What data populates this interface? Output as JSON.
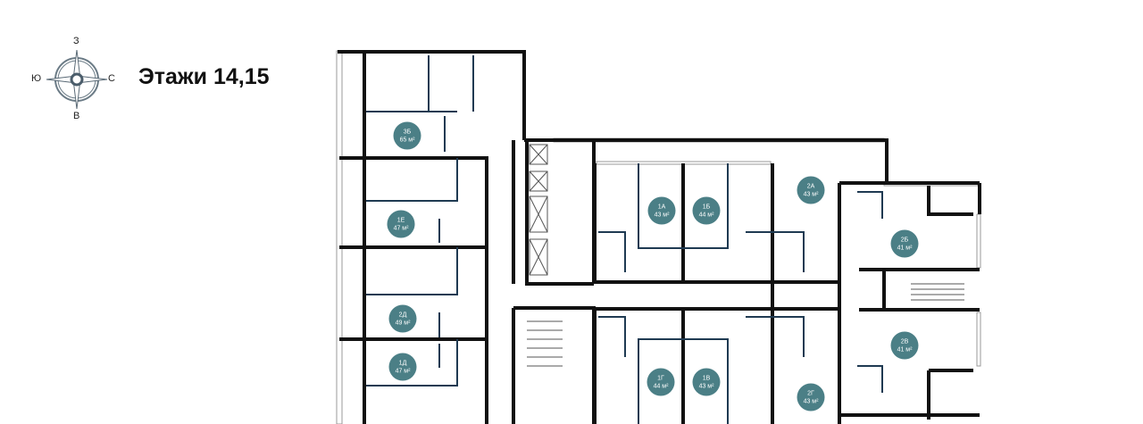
{
  "header": {
    "title": "Этажи 14,15"
  },
  "compass": {
    "north": "З",
    "south": "В",
    "west": "Ю",
    "east": "С"
  },
  "colors": {
    "badge": "#4b7f86",
    "wall": "#111111",
    "fixture": "#1f3a52"
  },
  "apartments": [
    {
      "code": "3Б",
      "area": "65 м²"
    },
    {
      "code": "1Е",
      "area": "47 м²"
    },
    {
      "code": "2Д",
      "area": "49 м²"
    },
    {
      "code": "1Д",
      "area": "47 м²"
    },
    {
      "code": "1А",
      "area": "43 м²"
    },
    {
      "code": "1Б",
      "area": "44 м²"
    },
    {
      "code": "2А",
      "area": "43 м²"
    },
    {
      "code": "2Б",
      "area": "41 м²"
    },
    {
      "code": "2В",
      "area": "41 м²"
    },
    {
      "code": "1Г",
      "area": "44 м²"
    },
    {
      "code": "1В",
      "area": "43 м²"
    },
    {
      "code": "2Г",
      "area": "43 м²"
    }
  ]
}
